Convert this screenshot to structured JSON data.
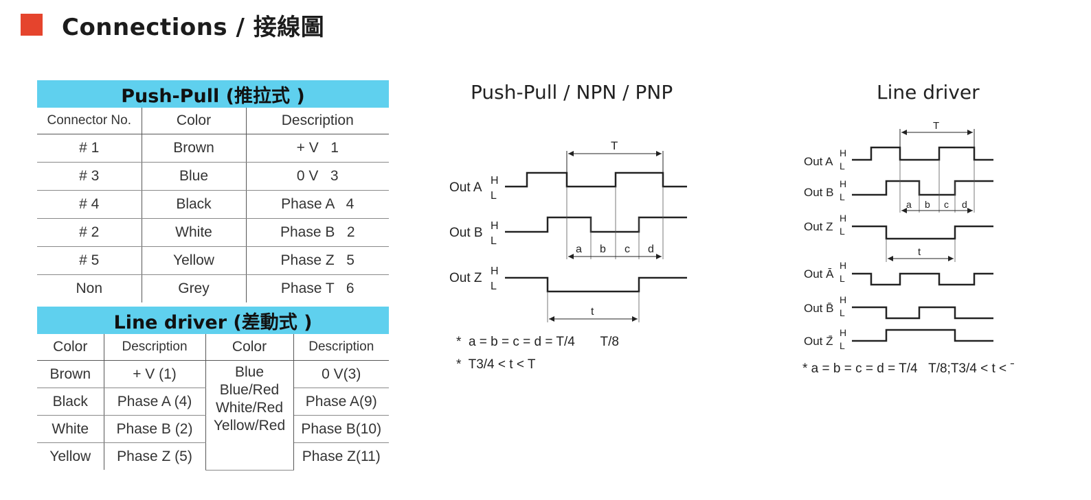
{
  "header": {
    "title": "Connections / 接線圖",
    "accent": "#e5442d"
  },
  "push_pull_table": {
    "title": "Push-Pull (推拉式 )",
    "headers": [
      "Connector No.",
      "Color",
      "Description"
    ],
    "rows": [
      [
        "# 1",
        "Brown",
        "+ V   1"
      ],
      [
        "# 3",
        "Blue",
        "0 V   3"
      ],
      [
        "# 4",
        "Black",
        "Phase A   4"
      ],
      [
        "# 2",
        "White",
        "Phase B   2"
      ],
      [
        "# 5",
        "Yellow",
        "Phase Z   5"
      ],
      [
        "Non",
        "Grey",
        "Phase T   6"
      ]
    ]
  },
  "line_driver_table": {
    "title": "Line driver (差動式 )",
    "headers": [
      "Color",
      "Description",
      "Color",
      "Description"
    ],
    "rows": [
      [
        "Brown",
        "+ V (1)",
        "0 V(3)"
      ],
      [
        "Black",
        "Phase A (4)",
        "Phase A(9)"
      ],
      [
        "White",
        "Phase B (2)",
        "Phase B(10)"
      ],
      [
        "Yellow",
        "Phase Z (5)",
        "Phase Z(11)"
      ]
    ],
    "merged_color": [
      "Blue",
      "Blue/Red",
      "White/Red",
      "Yellow/Red"
    ]
  },
  "banner_color": "#5fd0ee",
  "diagram_pp": {
    "title": "Push-Pull / NPN / PNP",
    "signals": [
      "Out A",
      "Out B",
      "Out Z"
    ],
    "level_high": "H",
    "level_low": "L",
    "period_label": "T",
    "quarter_labels": [
      "a",
      "b",
      "c",
      "d"
    ],
    "t_label": "t",
    "note1": "*  a = b = c = d = T/4       T/8",
    "note2": "*  T3/4 < t < T"
  },
  "diagram_ld": {
    "title": "Line driver",
    "signals": [
      "Out A",
      "Out B",
      "Out Z",
      "Out Ā",
      "Out B̄",
      "Out Z̄"
    ],
    "period_label": "T",
    "quarter_labels": [
      "a",
      "b",
      "c",
      "d"
    ],
    "t_label": "t",
    "note": "* a = b = c = d = T/4   T/8;T3/4 < t < ˉ"
  }
}
